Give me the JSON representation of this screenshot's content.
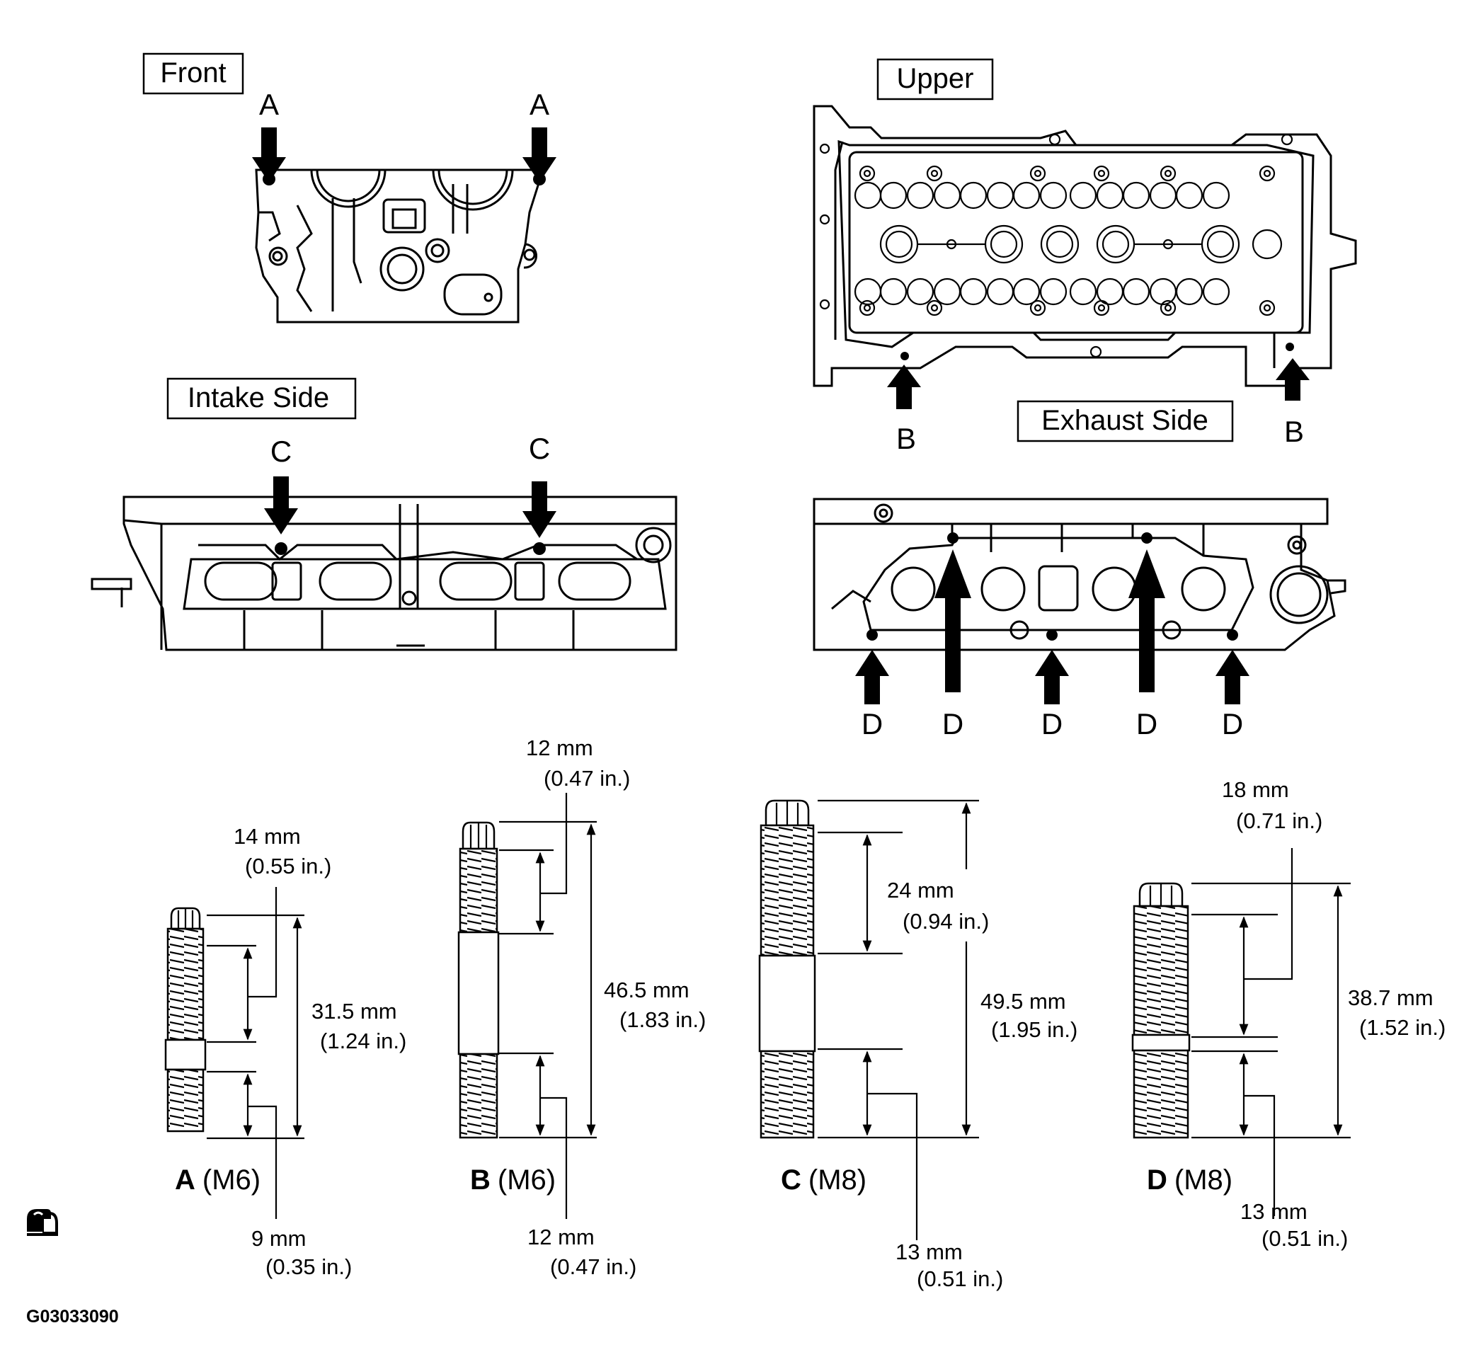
{
  "views": {
    "front": "Front",
    "upper": "Upper",
    "intake": "Intake Side",
    "exhaust": "Exhaust Side"
  },
  "points": {
    "a": "A",
    "b": "B",
    "c": "C",
    "d": "D"
  },
  "bolts": {
    "a": {
      "caption_letter": "A",
      "caption_size": "(M6)",
      "upper_mm": "14 mm",
      "upper_in": "(0.55 in.)",
      "total_mm": "31.5 mm",
      "total_in": "(1.24 in.)",
      "lower_mm": "9 mm",
      "lower_in": "(0.35 in.)"
    },
    "b": {
      "caption_letter": "B",
      "caption_size": "(M6)",
      "upper_mm": "12 mm",
      "upper_in": "(0.47 in.)",
      "total_mm": "46.5 mm",
      "total_in": "(1.83 in.)",
      "lower_mm": "12 mm",
      "lower_in": "(0.47 in.)"
    },
    "c": {
      "caption_letter": "C",
      "caption_size": "(M8)",
      "upper_mm": "24 mm",
      "upper_in": "(0.94 in.)",
      "total_mm": "49.5 mm",
      "total_in": "(1.95 in.)",
      "lower_mm": "13 mm",
      "lower_in": "(0.51 in.)"
    },
    "d": {
      "caption_letter": "D",
      "caption_size": "(M8)",
      "upper_mm": "18 mm",
      "upper_in": "(0.71 in.)",
      "total_mm": "38.7 mm",
      "total_in": "(1.52 in.)",
      "lower_mm": "13 mm",
      "lower_in": "(0.51 in.)"
    }
  },
  "figure_id": "G03033090",
  "icon": "adhesive-icon"
}
